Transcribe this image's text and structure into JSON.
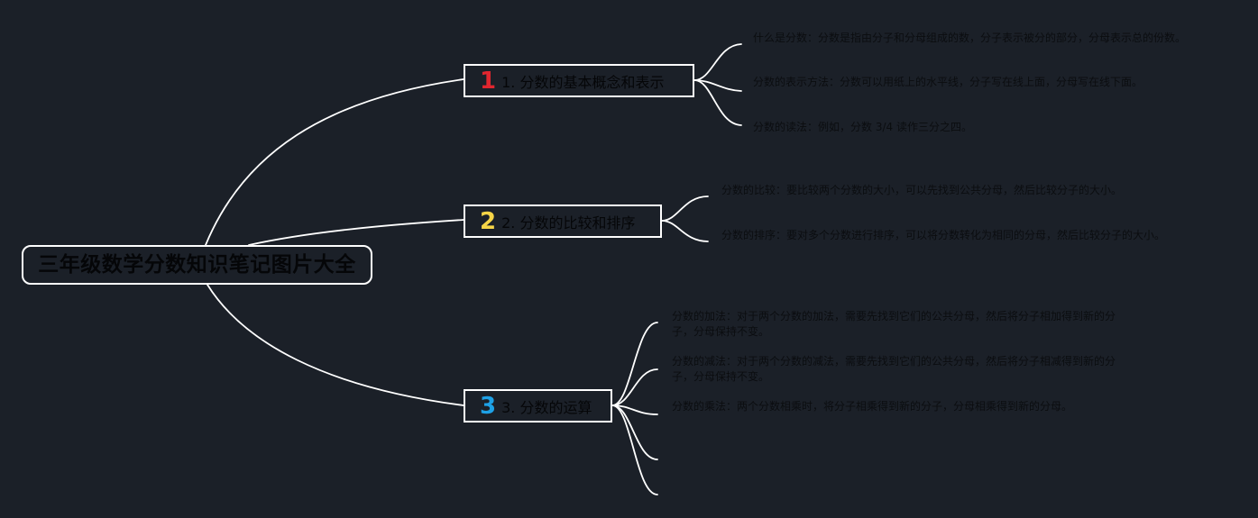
{
  "root": {
    "title": "三年级数学分数知识笔记图片大全"
  },
  "branches": [
    {
      "number": "1",
      "number_color": "#e0262f",
      "label": "1. 分数的基本概念和表示",
      "leaves": [
        "什么是分数：分数是指由分子和分母组成的数，分子表示被分的部分，分母表示总的份数。",
        "分数的表示方法：分数可以用纸上的水平线，分子写在线上面，分母写在线下面。",
        "分数的读法：例如，分数 3/4 读作三分之四。"
      ]
    },
    {
      "number": "2",
      "number_color": "#f5d447",
      "label": "2. 分数的比较和排序",
      "leaves": [
        "分数的比较：要比较两个分数的大小，可以先找到公共分母，然后比较分子的大小。",
        "分数的排序：要对多个分数进行排序，可以将分数转化为相同的分母，然后比较分子的大小。"
      ]
    },
    {
      "number": "3",
      "number_color": "#1ea1e6",
      "label": "3. 分数的运算",
      "leaves": [
        "分数的加法：对于两个分数的加法，需要先找到它们的公共分母，然后将分子相加得到新的分子，分母保持不变。",
        "分数的减法：对于两个分数的减法，需要先找到它们的公共分母，然后将分子相减得到新的分子，分母保持不变。",
        "分数的乘法：两个分数相乘时，将分子相乘得到新的分子，分母相乘得到新的分母。"
      ]
    }
  ],
  "colors": {
    "background": "#1b2028",
    "line": "#ffffff",
    "text": "#050608"
  }
}
